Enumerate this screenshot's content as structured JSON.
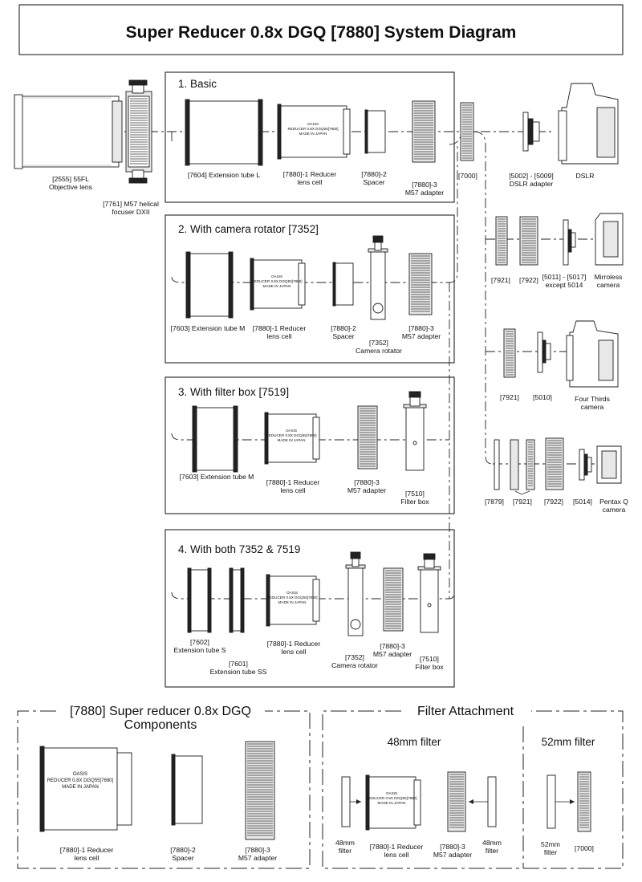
{
  "title": "Super Reducer 0.8x DGQ [7880] System Diagram",
  "engraving": [
    "OASIS",
    "REDUCER 0.8X DGQ55[7880]",
    "MADE IN JAPAN"
  ],
  "top_labels": {
    "objective": [
      "[2555] 55FL",
      "Objective lens"
    ],
    "focuser": [
      "[7761] M57 helical",
      "focuser DXII"
    ],
    "t7000": "[7000]",
    "dslr_adapter": [
      "[5002] - [5009]",
      "DSLR adapter"
    ],
    "dslr": "DSLR"
  },
  "sections": {
    "s1": {
      "heading": "1. Basic",
      "ext": "[7604] Extension tube L",
      "cell": [
        "[7880]-1 Reducer",
        "lens cell"
      ],
      "spacer": [
        "[7880]-2",
        "Spacer"
      ],
      "adapter": [
        "[7880]-3",
        "M57 adapter"
      ]
    },
    "s2": {
      "heading": "2. With camera rotator [7352]",
      "ext": "[7603] Extension tube M",
      "cell": [
        "[7880]-1 Reducer",
        "lens cell"
      ],
      "spacer": [
        "[7880]-2",
        "Spacer"
      ],
      "rotator": [
        "[7352]",
        "Camera rotator"
      ],
      "adapter": [
        "[7880]-3",
        "M57 adapter"
      ]
    },
    "s3": {
      "heading": "3. With filter box [7519]",
      "ext": "[7603] Extension tube M",
      "cell": [
        "[7880]-1 Reducer",
        "lens cell"
      ],
      "adapter": [
        "[7880]-3",
        "M57 adapter"
      ],
      "filterbox": [
        "[7510]",
        "Filter box"
      ]
    },
    "s4": {
      "heading": "4. With both 7352 & 7519",
      "ext_s": [
        "[7602]",
        "Extension tube S"
      ],
      "ext_ss": [
        "[7601]",
        "Extension tube SS"
      ],
      "cell": [
        "[7880]-1 Reducer",
        "lens cell"
      ],
      "rotator": [
        "[7352]",
        "Camera rotator"
      ],
      "adapter": [
        "[7880]-3",
        "M57 adapter"
      ],
      "filterbox": [
        "[7510]",
        "Filter box"
      ]
    }
  },
  "right_branches": {
    "mirrorless": {
      "a": "[7921]",
      "b": "[7922]",
      "c": [
        "[5011] - [5017]",
        "except 5014"
      ],
      "cam": [
        "Mirroless",
        "camera"
      ]
    },
    "fourthirds": {
      "a": "[7921]",
      "b": "[5010]",
      "cam": [
        "Four Thirds",
        "camera"
      ]
    },
    "pentax": {
      "a": "[7879]",
      "b": "[7921]",
      "c": "[7922]",
      "d": "[5014]",
      "cam": [
        "Pentax Q",
        "camera"
      ]
    }
  },
  "components": {
    "heading": [
      "[7880] Super reducer 0.8x DGQ",
      "Components"
    ],
    "cell": [
      "[7880]-1 Reducer",
      "lens cell"
    ],
    "spacer": [
      "[7880]-2",
      "Spacer"
    ],
    "adapter": [
      "[7880]-3",
      "M57 adapter"
    ]
  },
  "filter": {
    "heading": "Filter Attachment",
    "f48": "48mm filter",
    "f52": "52mm filter",
    "f48_left": [
      "48mm",
      "filter"
    ],
    "cell": [
      "[7880]-1 Reducer",
      "lens cell"
    ],
    "adapter": [
      "[7880]-3",
      "M57 adapter"
    ],
    "f48_right": [
      "48mm",
      "filter"
    ],
    "f52_part": [
      "52mm",
      "filter"
    ],
    "t7000": "[7000]"
  }
}
